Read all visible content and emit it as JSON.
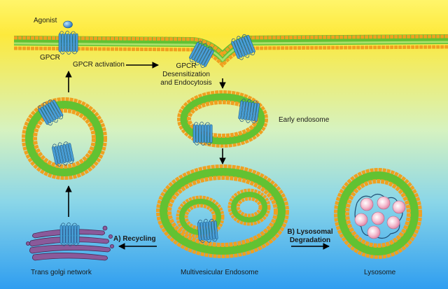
{
  "labels": {
    "agonist": "Agonist",
    "gpcr": "GPCR",
    "gpcr_activation": "GPCR activation",
    "desensitization_line1": "GPCR",
    "desensitization_line2": "Desensitization",
    "desensitization_line3": "and Endocytosis",
    "early_endosome": "Early endosome",
    "recycling": "A) Recycling",
    "lysosomal_line1": "B) Lysosomal",
    "lysosomal_line2": "Degradation",
    "trans_golgi": "Trans golgi network",
    "multivesicular": "Multivesicular Endosome",
    "lysosome": "Lysosome"
  },
  "colors": {
    "background_top": "#ffec3a",
    "background_mid": "#c8f0c8",
    "background_bottom": "#3aa6ee",
    "membrane_green": "#6cc83c",
    "lipid_head_orange": "#f0a020",
    "receptor_blue": "#3a8cc8",
    "golgi_purple": "#7a4a8a",
    "lysosome_vesicle_pink": "#f2b8cc",
    "arrow": "#000000",
    "agonist_blue": "#2f7fd0"
  }
}
